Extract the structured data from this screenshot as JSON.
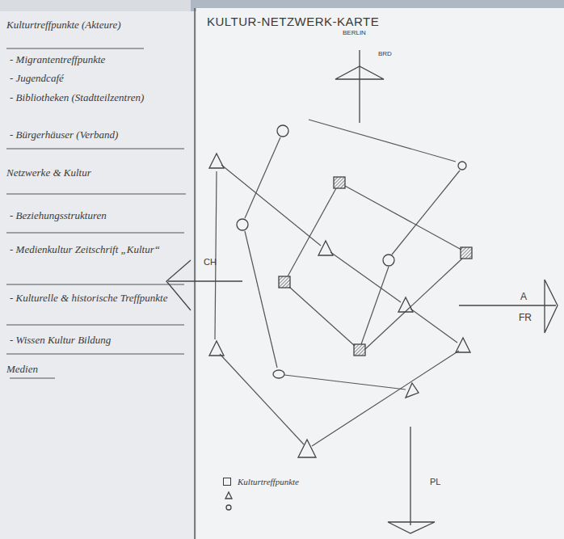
{
  "diagram": {
    "title": "KULTUR-NETZWERK-KARTE",
    "nodes": [
      {
        "text": [
          "Kulturtreffpunkte (Akteure)",
          "- Migrantentreffpunkte",
          "- Jugendcafé",
          "- Bibliotheken (Stadtteilzentren)",
          "- Bürgerhäuser (Verband)",
          "Netzwerke & Kultur",
          "- Beziehungsstrukturen",
          "- Medienkultur Zeitschrift „Kultur“",
          "- Kulturelle & historische Treffpunkte",
          "- Wissen Kultur Bildung",
          "Medien"
        ]
      }
    ],
    "labels": [
      "BERLIN",
      "BRD",
      "CH",
      "A",
      "FR",
      "PL"
    ],
    "legend": [
      {
        "text": "Kulturtreffpunkte"
      }
    ]
  }
}
